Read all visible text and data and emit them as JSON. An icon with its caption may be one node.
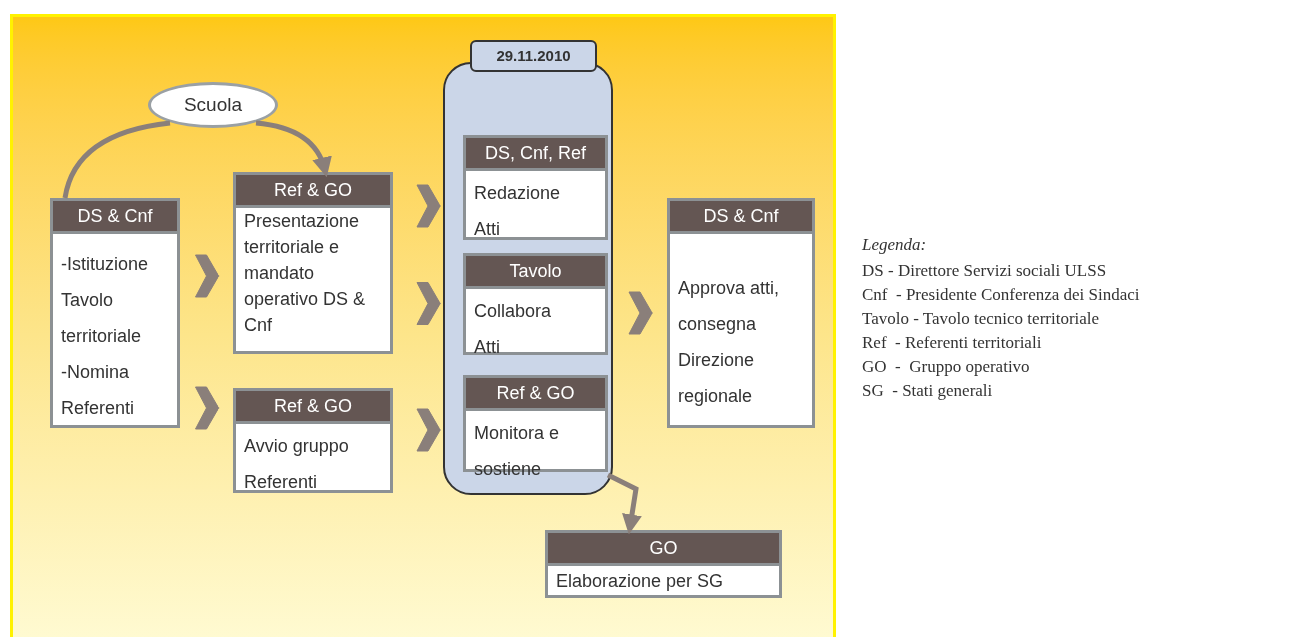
{
  "diagram": {
    "nodes": [
      {
        "text": [
          "Scuola"
        ]
      },
      {
        "text": [
          "DS & Cnf",
          "-Istituzione Tavolo territoriale -Nomina Referenti"
        ]
      },
      {
        "text": [
          "Ref & GO",
          "Presentazione territoriale e mandato operativo DS & Cnf"
        ]
      },
      {
        "text": [
          "Ref & GO",
          "Avvio gruppo Referenti"
        ]
      },
      {
        "text": [
          "29.11.2010"
        ]
      },
      {
        "text": [
          "DS, Cnf, Ref",
          "Redazione Atti"
        ],
        "in": 4
      },
      {
        "text": [
          "Tavolo",
          "Collabora Atti"
        ],
        "in": 4
      },
      {
        "text": [
          "Ref & GO",
          "Monitora e sostiene"
        ],
        "in": 4
      },
      {
        "text": [
          "DS & Cnf",
          "Approva atti, consegna Direzione regionale"
        ]
      },
      {
        "text": [
          "GO",
          "Elaborazione per SG"
        ]
      }
    ],
    "edges": [
      {
        "from": 1,
        "to": 0,
        "arrow": "none",
        "style": "thick"
      },
      {
        "from": 0,
        "to": 2,
        "arrow": "to",
        "style": "thick"
      },
      {
        "from": 1,
        "to": 2,
        "arrow": "to"
      },
      {
        "from": 1,
        "to": 3,
        "arrow": "to"
      },
      {
        "from": 2,
        "to": 5,
        "arrow": "to"
      },
      {
        "from": 2,
        "to": 6,
        "arrow": "to"
      },
      {
        "from": 3,
        "to": 7,
        "arrow": "to"
      },
      {
        "from": 4,
        "to": 8,
        "arrow": "to"
      },
      {
        "from": 4,
        "to": 9,
        "arrow": "to",
        "style": "thick"
      }
    ],
    "labels": [
      "Legenda:",
      "DS - Direttore Servizi sociali ULSS",
      "Cnf  - Presidente Conferenza dei Sindaci",
      "Tavolo - Tavolo tecnico territoriale",
      "Ref  - Referenti territoriali",
      "GO  -  Gruppo operativo",
      "SG  - Stati generali"
    ]
  }
}
